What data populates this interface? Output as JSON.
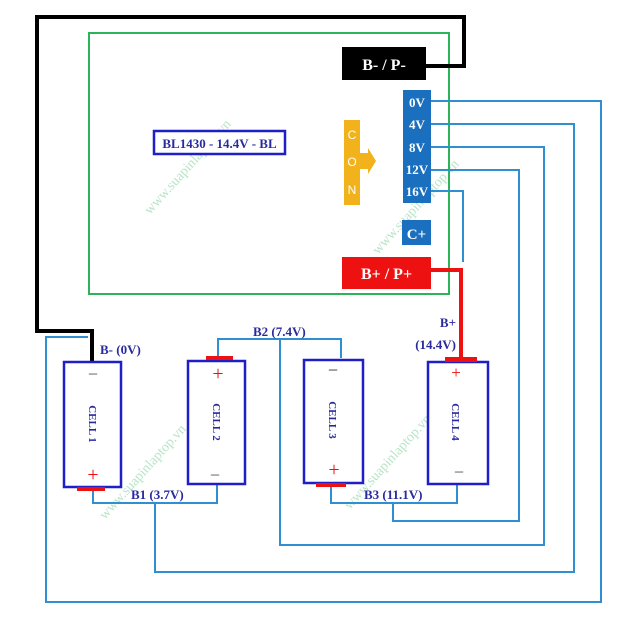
{
  "board": {
    "model_label": "BL1430 - 14.4V - BL",
    "connector_label": [
      "C",
      "O",
      "N"
    ],
    "b_minus_p_minus": "B- / P-",
    "b_plus_p_plus": "B+ / P+",
    "c_plus": "C+",
    "taps": [
      "0V",
      "4V",
      "8V",
      "12V",
      "16V"
    ]
  },
  "cells": [
    {
      "label": "CELL 1",
      "top_sign": "−",
      "bottom_sign": "+"
    },
    {
      "label": "CELL 2",
      "top_sign": "+",
      "bottom_sign": "−"
    },
    {
      "label": "CELL 3",
      "top_sign": "−",
      "bottom_sign": "+"
    },
    {
      "label": "CELL 4",
      "top_sign": "+",
      "bottom_sign": "−"
    }
  ],
  "nodes": {
    "b_minus": "B- (0V)",
    "b1": "B1 (3.7V)",
    "b2": "B2 (7.4V)",
    "b3": "B3 (11.1V)",
    "b_plus_line1": "B+",
    "b_plus_line2": "(14.4V)"
  },
  "watermarks": [
    "www.suapinlaptop.vn",
    "www.suapinlaptop.vn",
    "www.suapinlaptop.vn",
    "www.suapinlaptop.vn",
    "www.suapinlaptop.vn"
  ],
  "colors": {
    "wire_blue": "#2f8fd0",
    "board_green": "#2bb45a",
    "black_wire": "#000000",
    "red": "#ee1111",
    "tap_blue": "#1a6fbf",
    "connector_orange": "#f2b21b",
    "cell_outline": "#1f1fc8",
    "label_navy": "#2a2aa0"
  }
}
